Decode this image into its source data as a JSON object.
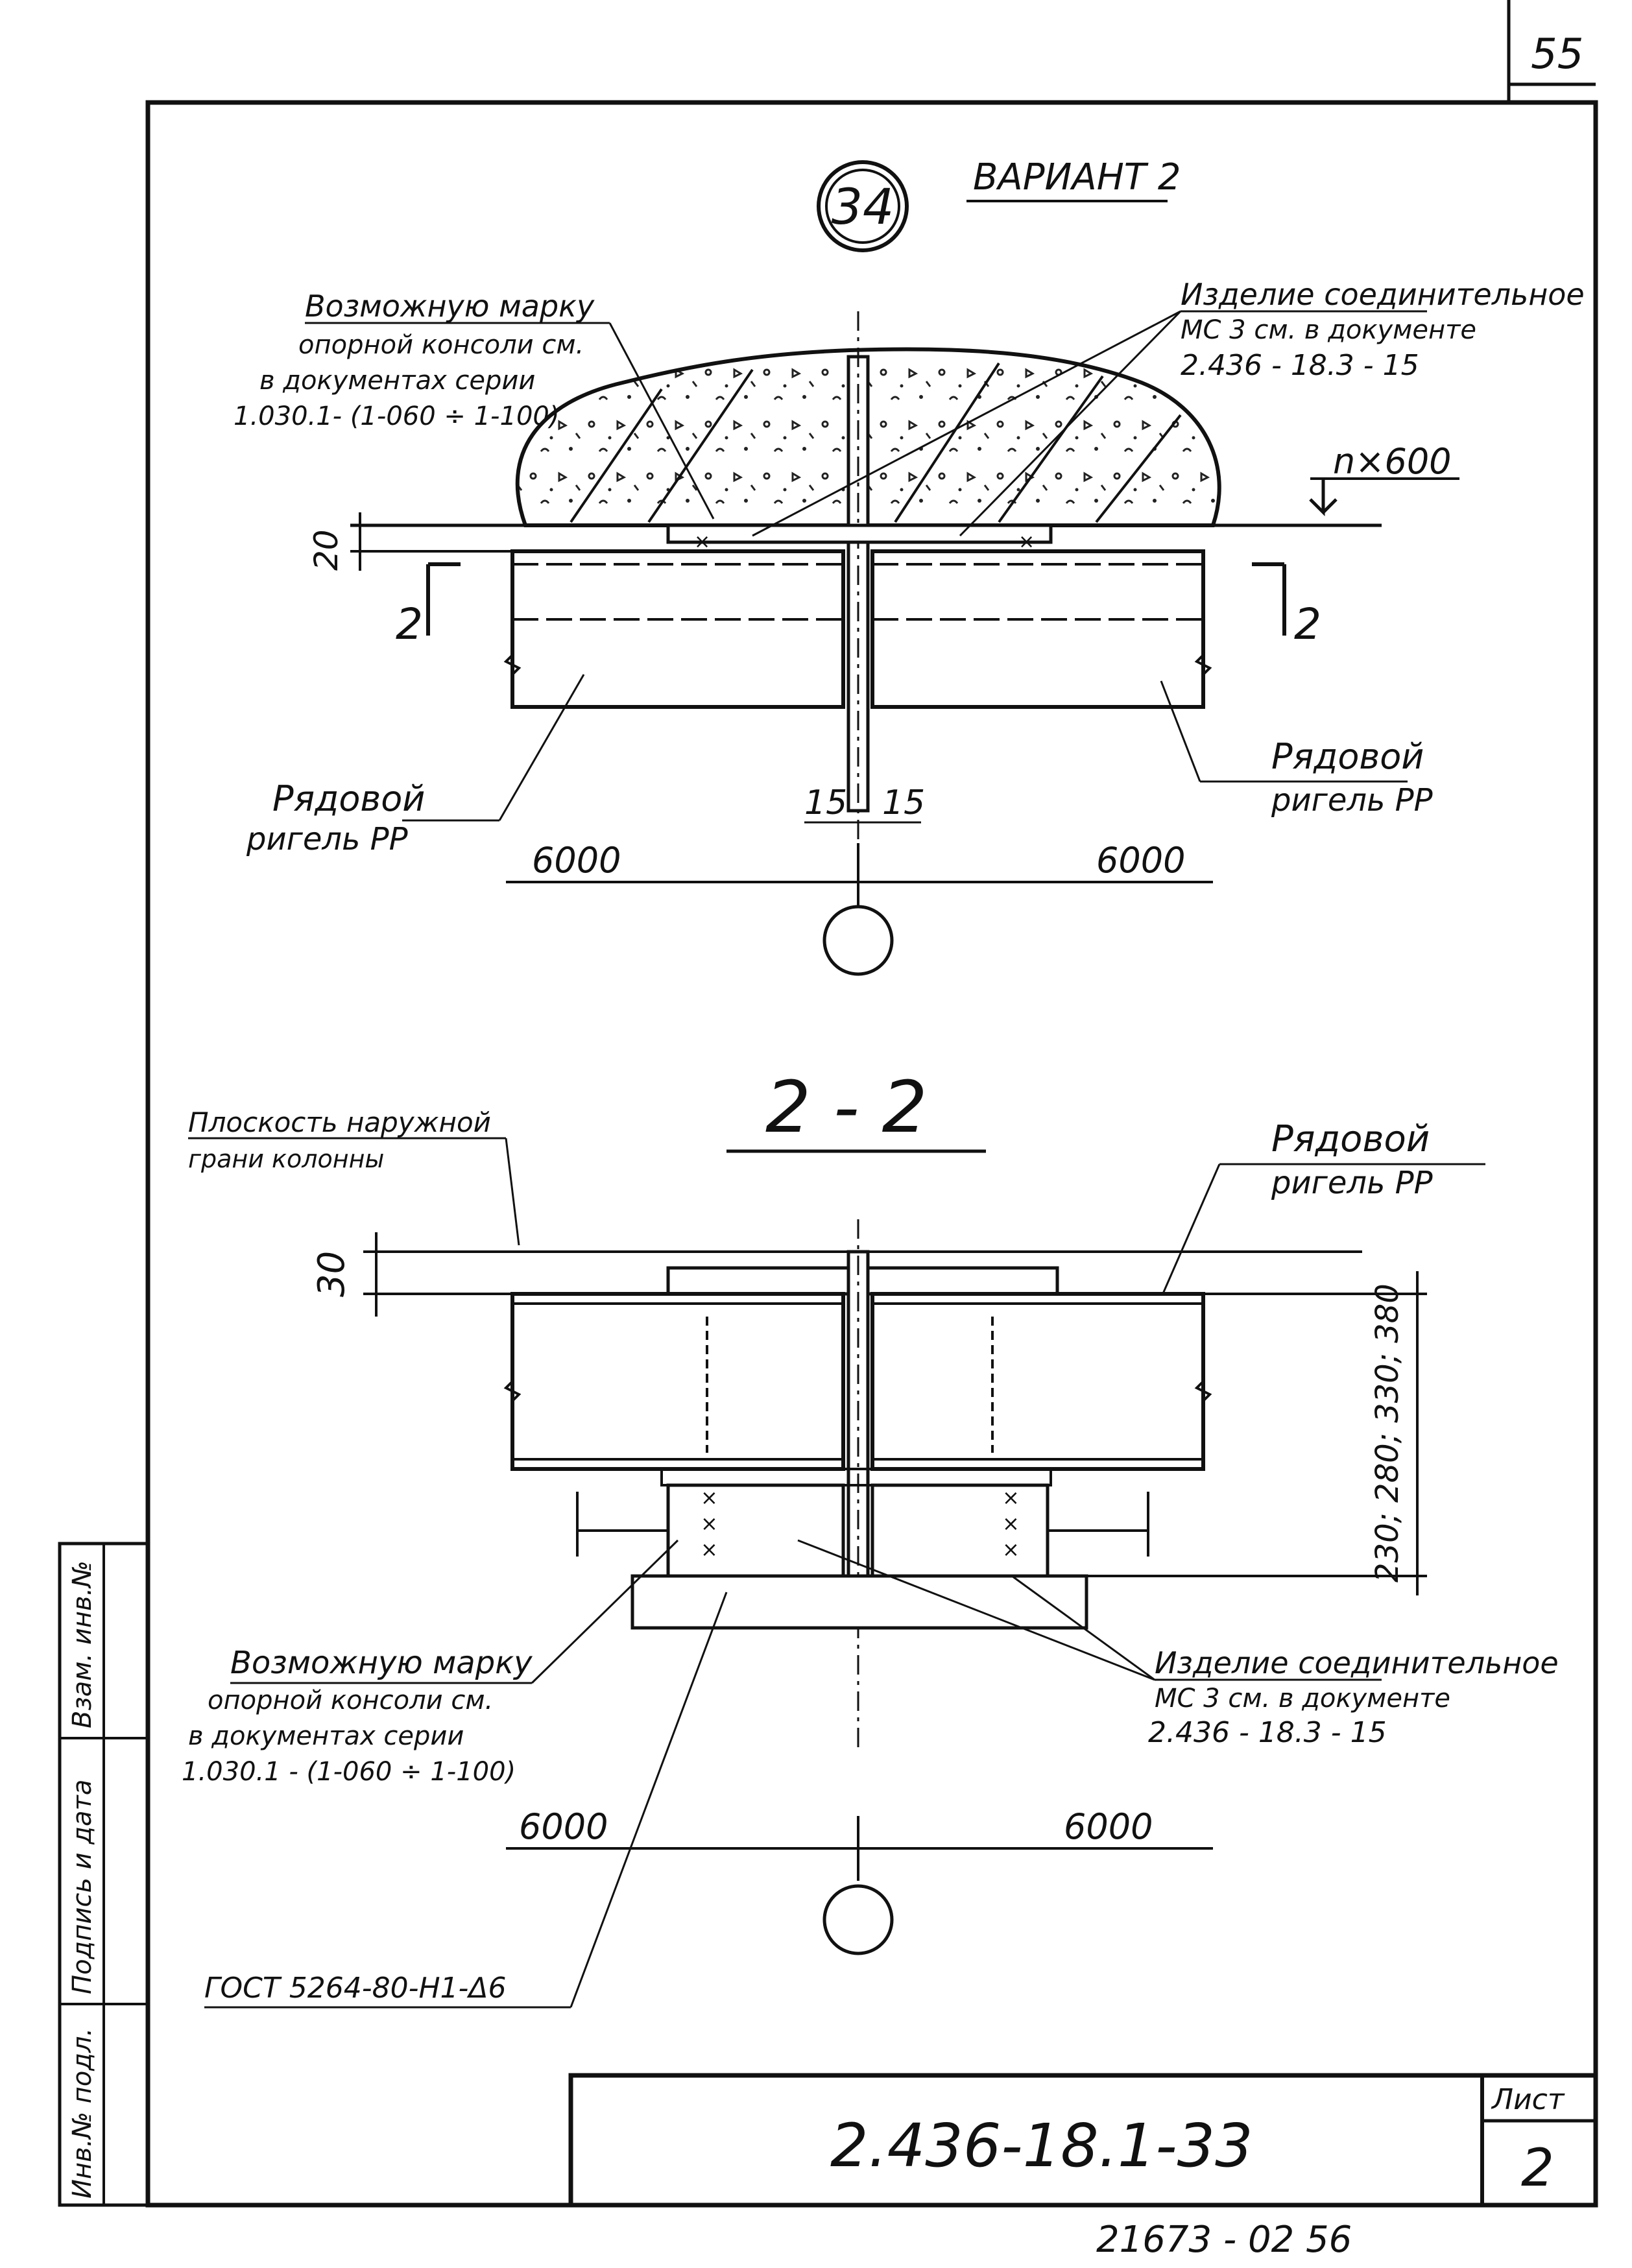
{
  "sheet": {
    "page_number": "55",
    "doc_code": "2.436-18.1-33",
    "sheet_label": "Лист",
    "sheet_number": "2",
    "bottom_code": "21673 - 02   56",
    "side_stamp": [
      "Инв.№ подл.",
      "Подпись и дата",
      "Взам. инв.№"
    ]
  },
  "node": {
    "number": "34",
    "variant": "ВАРИАНТ 2"
  },
  "top_view": {
    "label_console": [
      "Возможную марку",
      "опорной консоли см.",
      "в документах серии",
      "1.030.1- (1-060 ÷ 1-100)"
    ],
    "label_connector": [
      "Изделие соединительное",
      "МС 3  см. в документе",
      "2.436 - 18.3 - 15"
    ],
    "level_mark": "n×600",
    "dim_20": "20",
    "section_left": "2",
    "section_right": "2",
    "label_beam_left": [
      "Рядовой",
      "ригель РР"
    ],
    "label_beam_right": [
      "Рядовой",
      "ригель РР"
    ],
    "gap_left": "15",
    "gap_right": "15",
    "span_left": "6000",
    "span_right": "6000"
  },
  "section": {
    "title": "2 - 2",
    "label_plane": [
      "Плоскость наружной",
      "грани колонны"
    ],
    "label_beam": [
      "Рядовой",
      "ригель РР"
    ],
    "dim_30": "30",
    "dim_heights": "230; 280; 330; 380",
    "label_console": [
      "Возможную марку",
      "опорной консоли см.",
      "в документах серии",
      "1.030.1 - (1-060 ÷ 1-100)"
    ],
    "label_connector": [
      "Изделие соединительное",
      "МС 3  см. в документе",
      "2.436 - 18.3 - 15"
    ],
    "span_left": "6000",
    "span_right": "6000",
    "weld_note": "ГОСТ 5264-80-Н1-Δ6"
  }
}
